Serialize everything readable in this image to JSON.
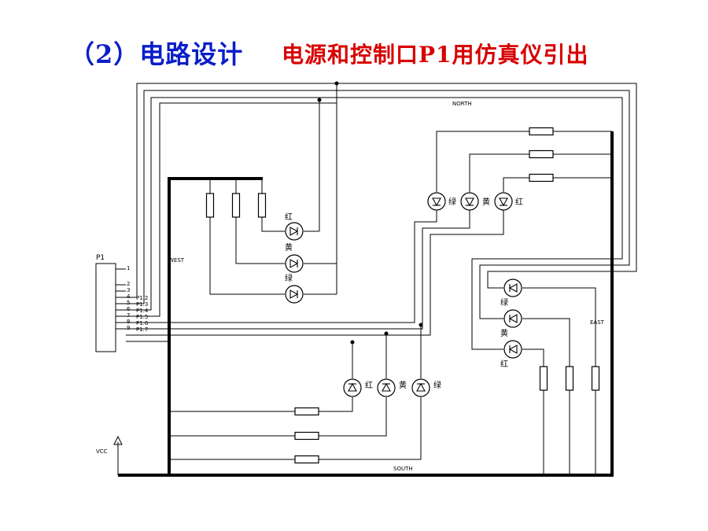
{
  "title": {
    "main": "（2）电路设计",
    "sub": "电源和控制口P1用仿真仪引出"
  },
  "connector": {
    "name": "P1",
    "pins": [
      "1",
      "2",
      "3",
      "4",
      "5",
      "6",
      "7",
      "8",
      "9"
    ],
    "signals": [
      "P1.2",
      "P1.3",
      "P1.4",
      "P1.5",
      "P1.6",
      "P1.7"
    ]
  },
  "directions": {
    "north": "NORTH",
    "south": "SOUTH",
    "east": "EAST",
    "west": "WEST"
  },
  "power": {
    "vcc": "VCC"
  },
  "led_colors": {
    "red": "红",
    "yellow": "黄",
    "green": "绿"
  },
  "colors": {
    "title_main": "#0a1ec8",
    "title_sub": "#d80000",
    "wire": "#000000"
  }
}
